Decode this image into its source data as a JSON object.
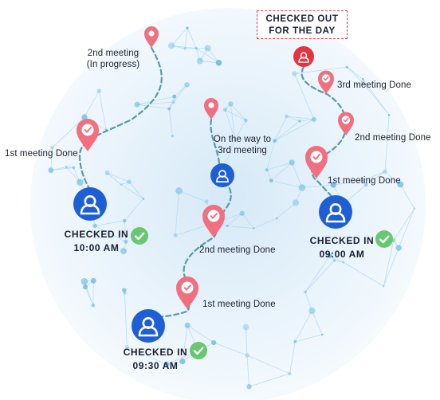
{
  "labels": {
    "t_2nd_meeting_left": "2nd meeting",
    "t_in_progress": "(In progress)",
    "t_1st_meeting_left": "1st meeting Done",
    "t_on_the_way": "On the way to",
    "t_3rd_meeting": "3rd meeting",
    "t_2nd_meeting_mid": "2nd meeting Done",
    "t_1st_meeting_mid": "1st meeting Done",
    "t_3rd_meeting_right": "3rd meeting Done",
    "t_2nd_meeting_right": "2nd meeting Done",
    "t_1st_meeting_right": "1st meeting Done"
  },
  "status": {
    "checked_in": "CHECKED IN",
    "time_left": "10:00 AM",
    "time_right": "09:00 AM",
    "time_bottom": "09:30 AM",
    "checked_out_line1": "CHECKED OUT",
    "checked_out_line2": "FOR THE DAY"
  },
  "colors": {
    "pin": "#f0707f",
    "avatar_blue": "#1f5fd6",
    "checkout_red": "#e3343f",
    "path_teal": "#5b9aa4",
    "check_green": "#67c86f",
    "map_bg": "#e6f1f9",
    "network_node": "#62b7e6"
  },
  "icons": {
    "pin_check": "map-pin-check-icon",
    "pin_plain": "map-pin-icon",
    "user_avatar": "user-avatar-icon",
    "checkmark": "check-circle-icon"
  }
}
